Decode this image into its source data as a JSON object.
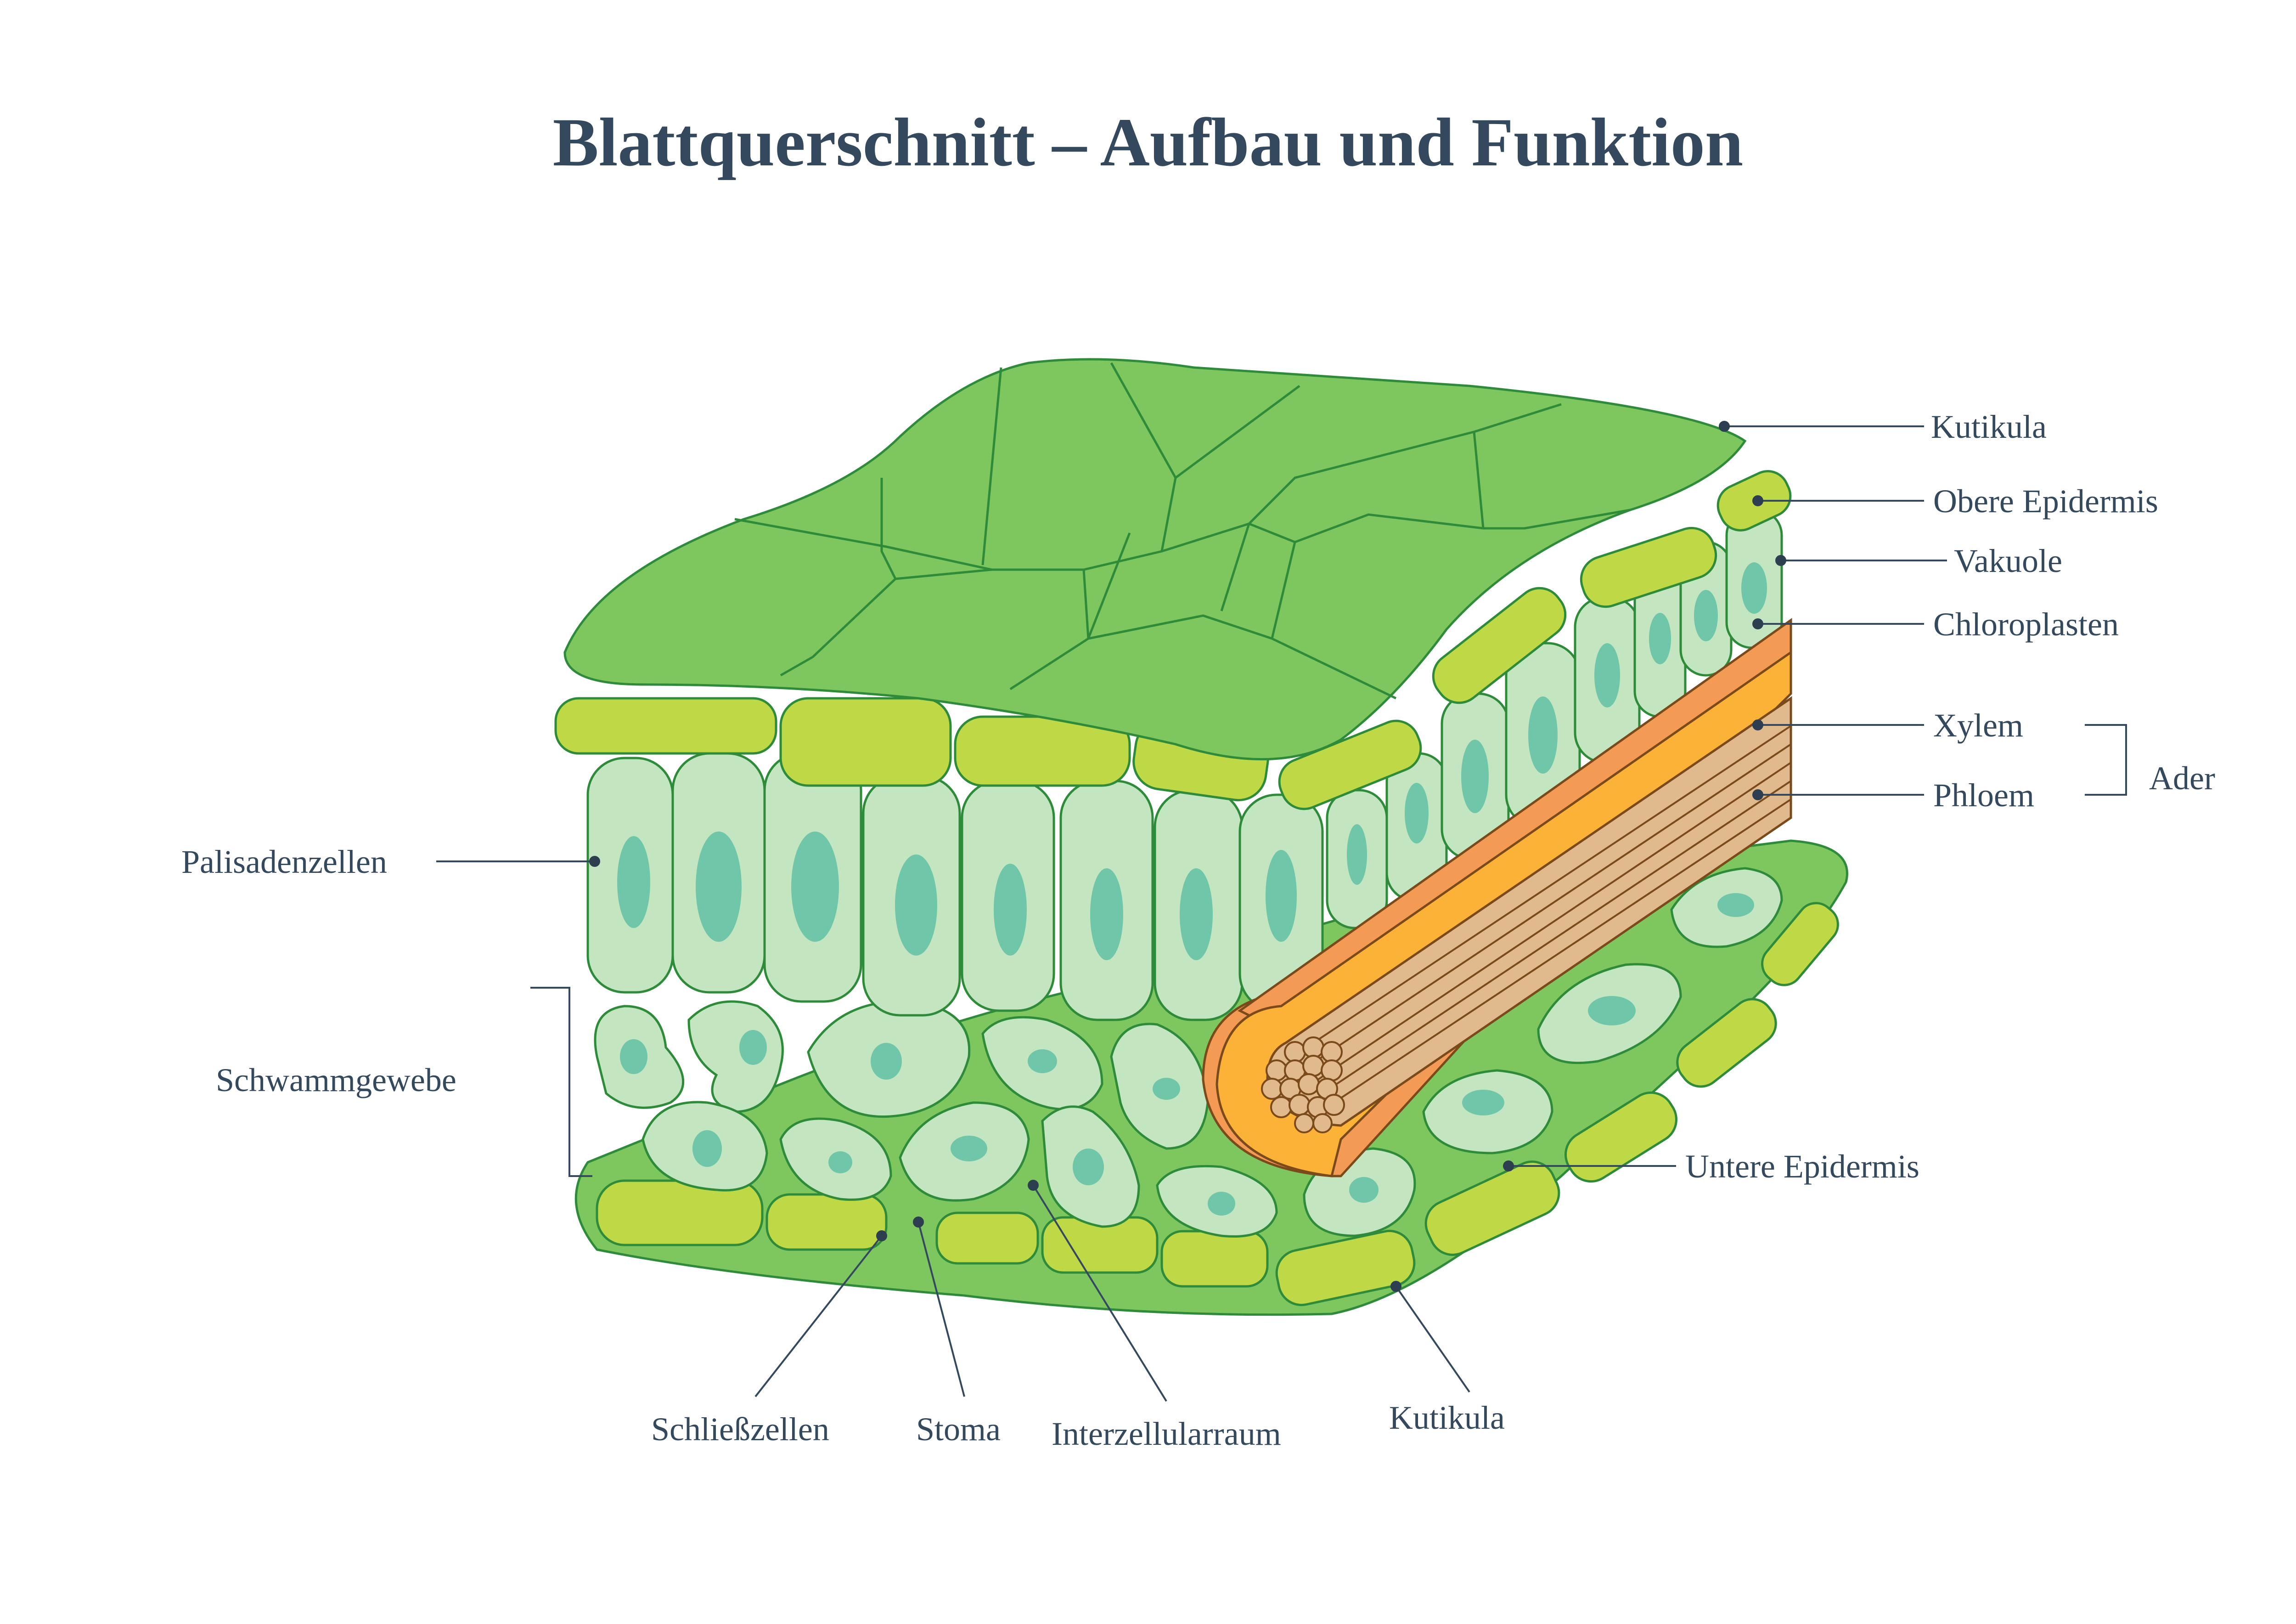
{
  "title": "Blattquerschnitt – Aufbau und Funktion",
  "labels": {
    "kutikula_top": "Kutikula",
    "obere_epidermis": "Obere Epidermis",
    "vakuole": "Vakuole",
    "chloroplasten": "Chloroplasten",
    "xylem": "Xylem",
    "phloem": "Phloem",
    "ader": "Ader",
    "palisadenzellen": "Palisadenzellen",
    "schwammgewebe": "Schwammgewebe",
    "untere_epidermis": "Untere Epidermis",
    "schliesszellen": "Schließzellen",
    "stoma": "Stoma",
    "interzellularraum": "Interzellularraum",
    "kutikula_bottom": "Kutikula"
  },
  "colors": {
    "cuticle": "#7ec75e",
    "epidermis": "#bfd845",
    "cell": "#c3e6c0",
    "vacuole": "#6fc6a8",
    "outline": "#2e8b3a",
    "vein_outer": "#f39a55",
    "vein_yellow": "#fbb237",
    "vein_fiber": "#e0b98d",
    "text": "#34495e"
  }
}
